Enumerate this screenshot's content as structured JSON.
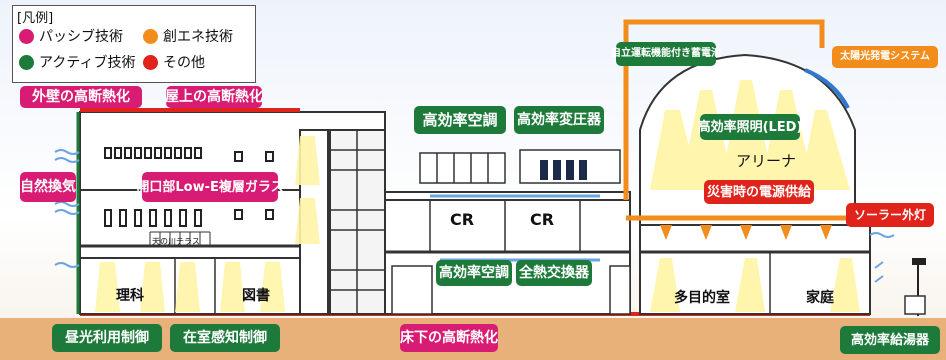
{
  "legend": {
    "title": "[凡例]",
    "items": [
      {
        "label": "パッシブ技術",
        "color": "#d81b73"
      },
      {
        "label": "創エネ技術",
        "color": "#f28c1a"
      },
      {
        "label": "アクティブ技術",
        "color": "#1e7a3a"
      },
      {
        "label": "その他",
        "color": "#e0241b"
      }
    ]
  },
  "labels": {
    "wall_insulation": "外壁の高断熱化",
    "roof_insulation": "屋上の高断熱化",
    "natural_ventilation": "自然換気",
    "low_e_glass": "開口部Low-E複層ガラス",
    "hvac_top": "高効率空調",
    "transformer": "高効率変圧器",
    "battery": "自立運転機能付き蓄電池",
    "solar_power": "太陽光発電システム",
    "led_lighting": "高効率照明(LED)",
    "arena": "アリーナ",
    "disaster_power": "災害時の電源供給",
    "solar_light": "ソーラー外灯",
    "hvac_bottom": "高効率空調",
    "heat_exchanger": "全熱交換器",
    "daylight_control": "昼光利用制御",
    "occupancy_control": "在室感知制御",
    "floor_insulation": "床下の高断熱化",
    "water_heater": "高効率給湯器"
  },
  "rooms": {
    "science": "理科",
    "library": "図書",
    "multipurpose": "多目的室",
    "home_ec": "家庭",
    "cr1": "CR",
    "cr2": "CR",
    "terrace": "天の川テラス"
  },
  "colors": {
    "passive": "#d81b73",
    "solar_energy": "#f28c1a",
    "active": "#1e7a3a",
    "other": "#e0241b",
    "ground": "#e9b17a"
  }
}
